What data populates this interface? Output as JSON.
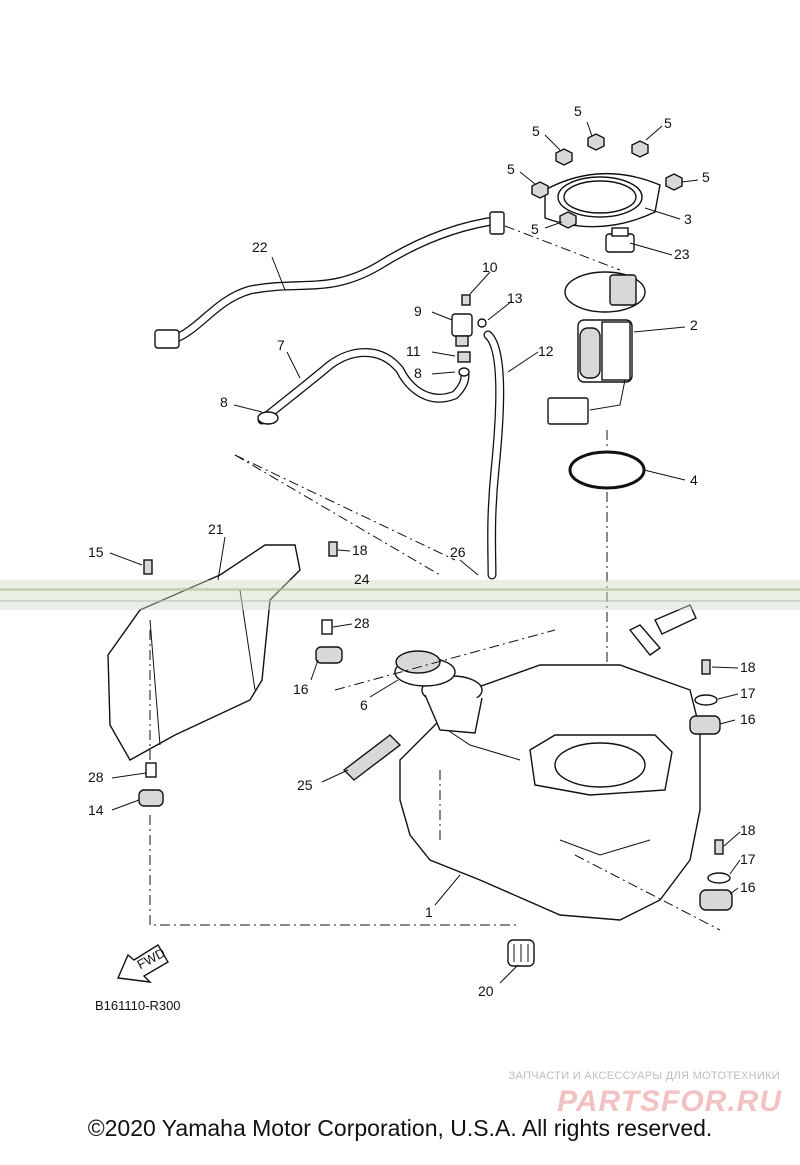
{
  "callouts": {
    "c1": "1",
    "c2": "2",
    "c3": "3",
    "c4": "4",
    "c5": "5",
    "c6": "6",
    "c7": "7",
    "c8": "8",
    "c9": "9",
    "c10": "10",
    "c11": "11",
    "c12": "12",
    "c13": "13",
    "c14": "14",
    "c15": "15",
    "c16": "16",
    "c17": "17",
    "c18": "18",
    "c20": "20",
    "c21": "21",
    "c22": "22",
    "c23": "23",
    "c24": "24",
    "c25": "25",
    "c26": "26",
    "c28": "28"
  },
  "fwd_label": "FWD",
  "diagram_code": "B161110-R300",
  "copyright": "©2020 Yamaha Motor Corporation, U.S.A. All rights reserved.",
  "watermark": {
    "subtitle": "ЗАПЧАСТИ И АКСЕССУАРЫ ДЛЯ МОТОТЕХНИКИ",
    "logo": "PARTSFOR.RU"
  },
  "colors": {
    "line": "#111111",
    "noise_band": "#cfdcc4",
    "watermark": "#f2c2c2"
  }
}
